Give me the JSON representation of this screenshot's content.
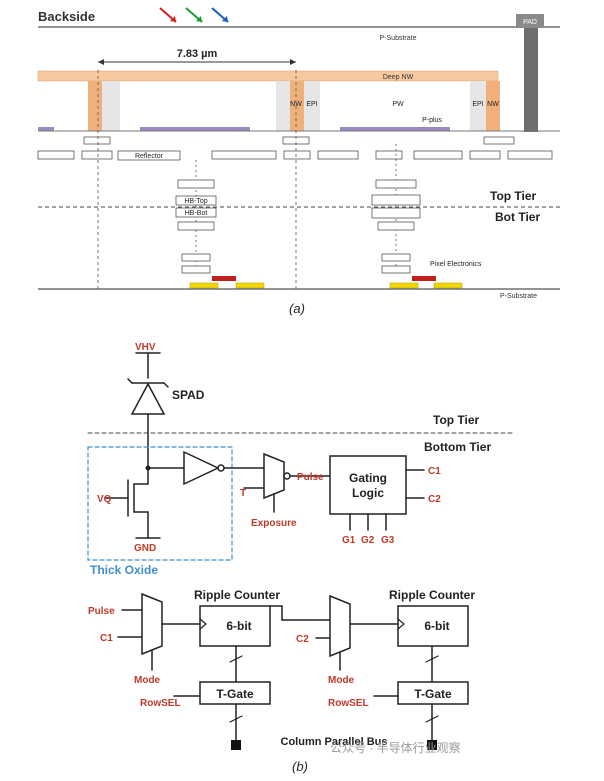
{
  "panel_a": {
    "backside": "Backside",
    "pad": "PAD",
    "p_substrate_top": "P-Substrate",
    "pitch": "7.83 µm",
    "deep_nw": "Deep NW",
    "nw_left": "NW",
    "epi_left": "EPI",
    "pw": "PW",
    "p_plus": "P-plus",
    "epi_right": "EPI",
    "nw_right": "NW",
    "reflector": "Reflector",
    "hb_top": "HB-Top",
    "hb_bot": "HB-Bot",
    "top_tier": "Top Tier",
    "bot_tier": "Bot Tier",
    "pixel_electronics": "Pixel Electronics",
    "p_substrate_bottom": "P-Substrate",
    "caption": "(a)"
  },
  "panel_b": {
    "vhv": "VHV",
    "spad": "SPAD",
    "top_tier": "Top Tier",
    "bottom_tier": "Bottom Tier",
    "vq": "VQ",
    "gnd": "GND",
    "thick_oxide": "Thick Oxide",
    "t": "T",
    "exposure": "Exposure",
    "pulse": "Pulse",
    "gating_logic_1": "Gating",
    "gating_logic_2": "Logic",
    "c1": "C1",
    "c2": "C2",
    "g1": "G1",
    "g2": "G2",
    "g3": "G3",
    "pulse_in": "Pulse",
    "c1_in": "C1",
    "ripple_counter_1": "Ripple Counter",
    "six_bit_1": "6-bit",
    "mode_1": "Mode",
    "rowsel_1": "RowSEL",
    "tgate_1": "T-Gate",
    "c2_in": "C2",
    "ripple_counter_2": "Ripple Counter",
    "six_bit_2": "6-bit",
    "mode_2": "Mode",
    "rowsel_2": "RowSEL",
    "tgate_2": "T-Gate",
    "column_bus": "Column Parallel Bus",
    "caption": "(b)",
    "watermark": "公众号 · 半导体行业观察"
  },
  "colors": {
    "red_label": "#c0392b",
    "blue_box": "#3d8fd1",
    "nw_orange": "#f0b07c",
    "deep_nw": "#f6c9a0",
    "pad_gray": "#7a7a7a",
    "p_plus_purple": "#9b8ac2",
    "metal_red": "#c0201b",
    "metal_yellow": "#f2d600"
  }
}
